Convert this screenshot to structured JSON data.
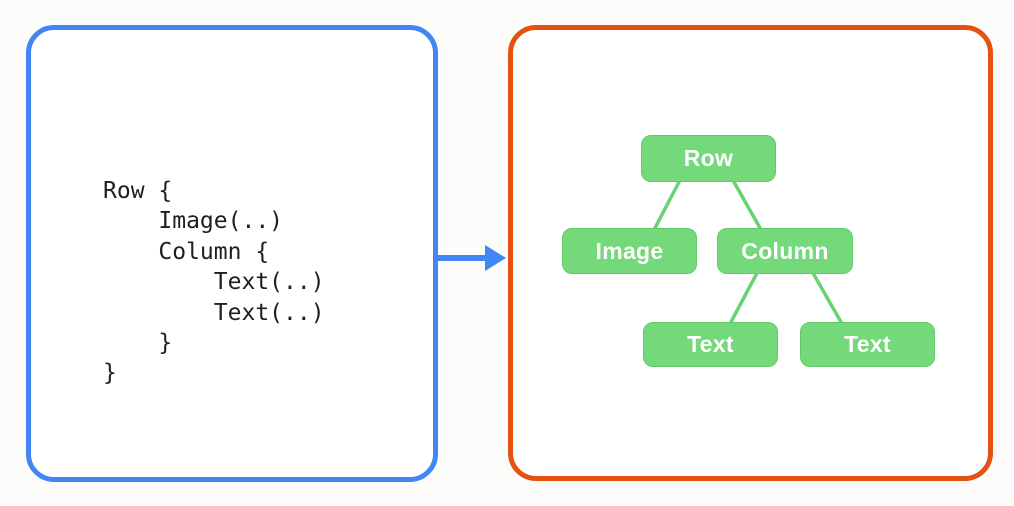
{
  "colors": {
    "background": "#FCFCFB",
    "panel_fill": "#FFFFFF",
    "code_panel_border": "#4285F4",
    "tree_panel_border": "#E35211",
    "arrow_blue": "#4285F4",
    "node_green": "#74D97A",
    "node_border_green": "#5FCB68",
    "edge_green": "#6AD371",
    "node_text": "#FFFFFF",
    "code_text": "#1F1F1F"
  },
  "code": {
    "lines": [
      "Row {",
      "    Image(..)",
      "    Column {",
      "        Text(..)",
      "        Text(..)",
      "    }",
      "}"
    ]
  },
  "tree": {
    "nodes": [
      {
        "id": "row",
        "label": "Row"
      },
      {
        "id": "image",
        "label": "Image"
      },
      {
        "id": "column",
        "label": "Column"
      },
      {
        "id": "text-1",
        "label": "Text"
      },
      {
        "id": "text-2",
        "label": "Text"
      }
    ],
    "edges": [
      {
        "from": "row",
        "to": "image"
      },
      {
        "from": "row",
        "to": "column"
      },
      {
        "from": "column",
        "to": "text-1"
      },
      {
        "from": "column",
        "to": "text-2"
      }
    ]
  }
}
